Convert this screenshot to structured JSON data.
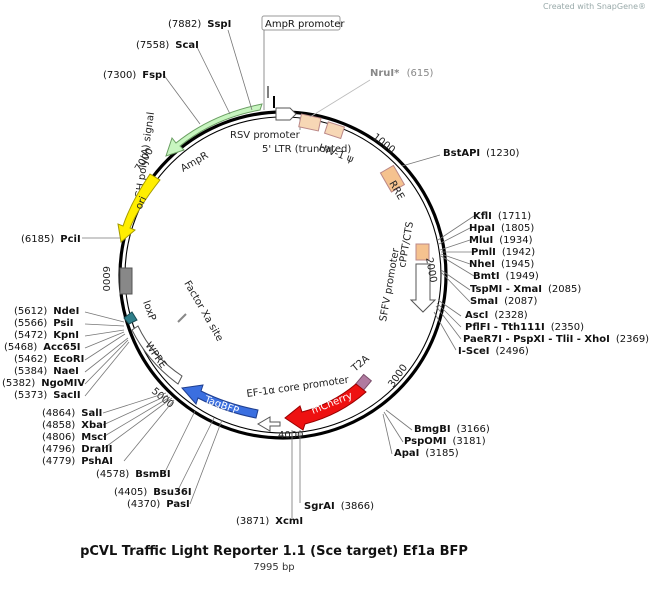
{
  "credit": "Created with SnapGene®",
  "title": "pCVL Traffic Light Reporter 1.1 (Sce target) Ef1a BFP",
  "subtitle": "7995 bp",
  "length": 7995,
  "ticks": [
    "1000",
    "2000",
    "3000",
    "4000",
    "5000",
    "6000",
    "7000"
  ],
  "features": [
    {
      "name": "RSV promoter",
      "start": 40,
      "end": 310,
      "color": "#ffffff",
      "label": "RSV promoter"
    },
    {
      "name": "5' LTR (truncated)",
      "start": 320,
      "end": 500,
      "color": "#f7d7b5",
      "label": "5' LTR (truncated)"
    },
    {
      "name": "HIV-1 ψ",
      "start": 550,
      "end": 680,
      "color": "#f7d7b5",
      "label": "HIV-1 ψ"
    },
    {
      "name": "RRE",
      "start": 1100,
      "end": 1330,
      "color": "#f5c28f",
      "label": "RRE"
    },
    {
      "name": "cPPT/CTS",
      "start": 1820,
      "end": 1935,
      "color": "#f5c28f",
      "label": "cPPT/CTS"
    },
    {
      "name": "SFFV promoter",
      "start": 1960,
      "end": 2320,
      "color": "#ffffff",
      "label": "SFFV promoter"
    },
    {
      "name": "T2A",
      "start": 3300,
      "end": 3360,
      "color": "#b07aa0",
      "label": "T2A"
    },
    {
      "name": "mCherry",
      "start": 3370,
      "end": 3880,
      "color": "#ee1111",
      "label": "mCherry"
    },
    {
      "name": "EF-1α core promoter",
      "start": 3890,
      "end": 4100,
      "color": "#ffffff",
      "label": "EF-1α core promoter"
    },
    {
      "name": "TagBFP",
      "start": 4150,
      "end": 4760,
      "color": "#3b6fe0",
      "label": "TagBFP"
    },
    {
      "name": "WPRE",
      "start": 4930,
      "end": 5520,
      "color": "#ffffff",
      "label": "WPRE"
    },
    {
      "name": "loxP",
      "start": 5600,
      "end": 5680,
      "color": "#2f7f8a",
      "label": "loxP"
    },
    {
      "name": "bGH poly(A) signal",
      "start": 5980,
      "end": 6200,
      "color": "#888888",
      "label": "bGH poly(A) signal"
    },
    {
      "name": "ori",
      "start": 6300,
      "end": 6900,
      "color": "#ffee00",
      "label": "ori"
    },
    {
      "name": "AmpR",
      "start": 7010,
      "end": 7800,
      "color": "#c8f5c0",
      "label": "AmpR"
    }
  ],
  "inner_labels": [
    {
      "text": "Factor Xa site"
    }
  ],
  "enzymes_right": [
    {
      "name": "BstAPI",
      "pos": "(1230)"
    },
    {
      "name": "KflI",
      "pos": "(1711)"
    },
    {
      "name": "HpaI",
      "pos": "(1805)"
    },
    {
      "name": "MluI",
      "pos": "(1934)"
    },
    {
      "name": "PmlI",
      "pos": "(1942)"
    },
    {
      "name": "NheI",
      "pos": "(1945)"
    },
    {
      "name": "BmtI",
      "pos": "(1949)"
    },
    {
      "name": "TspMI - XmaI",
      "pos": "(2085)"
    },
    {
      "name": "SmaI",
      "pos": "(2087)"
    },
    {
      "name": "AscI",
      "pos": "(2328)"
    },
    {
      "name": "PflFI - Tth111I",
      "pos": "(2350)"
    },
    {
      "name": "PaeR7I - PspXI - TliI - XhoI",
      "pos": "(2369)"
    },
    {
      "name": "I-SceI",
      "pos": "(2496)"
    },
    {
      "name": "BmgBI",
      "pos": "(3166)"
    },
    {
      "name": "PspOMI",
      "pos": "(3181)"
    },
    {
      "name": "ApaI",
      "pos": "(3185)"
    },
    {
      "name": "SgrAI",
      "pos": "(3866)"
    }
  ],
  "enzymes_left": [
    {
      "name": "SspI",
      "pos": "(7882)"
    },
    {
      "name": "ScaI",
      "pos": "(7558)"
    },
    {
      "name": "FspI",
      "pos": "(7300)"
    },
    {
      "name": "PciI",
      "pos": "(6185)"
    },
    {
      "name": "NdeI",
      "pos": "(5612)"
    },
    {
      "name": "PsiI",
      "pos": "(5566)"
    },
    {
      "name": "KpnI",
      "pos": "(5472)"
    },
    {
      "name": "Acc65I",
      "pos": "(5468)"
    },
    {
      "name": "EcoRI",
      "pos": "(5462)"
    },
    {
      "name": "NaeI",
      "pos": "(5384)"
    },
    {
      "name": "NgoMIV",
      "pos": "(5382)"
    },
    {
      "name": "SacII",
      "pos": "(5373)"
    },
    {
      "name": "SalI",
      "pos": "(4864)"
    },
    {
      "name": "XbaI",
      "pos": "(4858)"
    },
    {
      "name": "MscI",
      "pos": "(4806)"
    },
    {
      "name": "DraIII",
      "pos": "(4796)"
    },
    {
      "name": "PshAI",
      "pos": "(4779)"
    },
    {
      "name": "BsmBI",
      "pos": "(4578)"
    },
    {
      "name": "Bsu36I",
      "pos": "(4405)"
    },
    {
      "name": "PasI",
      "pos": "(4370)"
    },
    {
      "name": "XcmI",
      "pos": "(3871)"
    }
  ],
  "nrui": {
    "name": "NruI*",
    "pos": "(615)"
  },
  "promoter_box": "AmpR promoter"
}
